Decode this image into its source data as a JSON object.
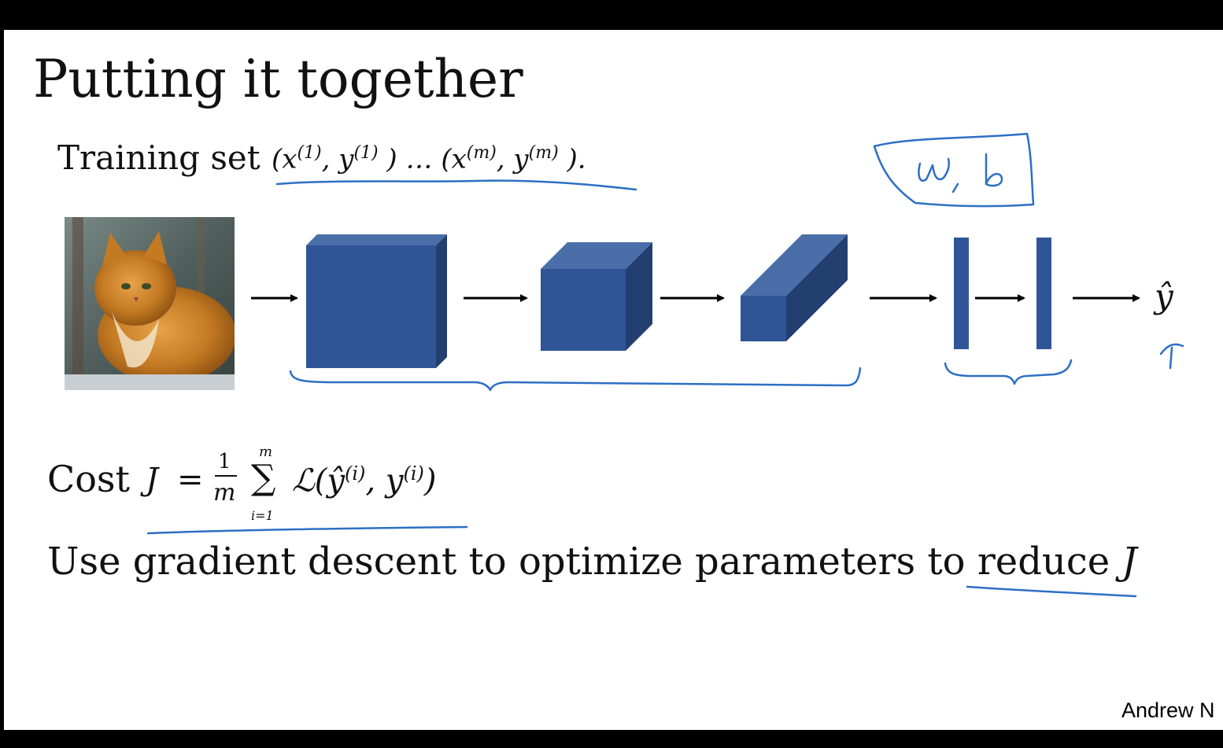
{
  "slide": {
    "title": "Putting it together",
    "training": {
      "label": "Training set",
      "tuple_open": "(x",
      "sup_1": "(1)",
      "comma_y": ", y",
      "sup_1b": "(1)",
      "mid": " ) … (x",
      "sup_m": "(m)",
      "comma_y2": ", y",
      "sup_mb": "(m)",
      "tail": " )."
    },
    "annotation_params": "ω , b",
    "output_symbol": "ŷ",
    "cost": {
      "label": "Cost",
      "J": "J",
      "equals": "=",
      "numerator": "1",
      "denominator": "m",
      "sum_upper": "m",
      "sigma": "∑",
      "sum_lower": "i=1",
      "loss_open": "ℒ(ŷ",
      "sup_i": "(i)",
      "loss_mid": ", y",
      "sup_i2": "(i)",
      "loss_close": ")"
    },
    "gradient": {
      "text": "Use gradient descent to optimize parameters to reduce ",
      "J": "J"
    },
    "author": "Andrew N"
  },
  "colors": {
    "block_front": "#2f5597",
    "block_top": "#4a6ea8",
    "block_side": "#223f70",
    "ink": "#2d6fc4"
  }
}
